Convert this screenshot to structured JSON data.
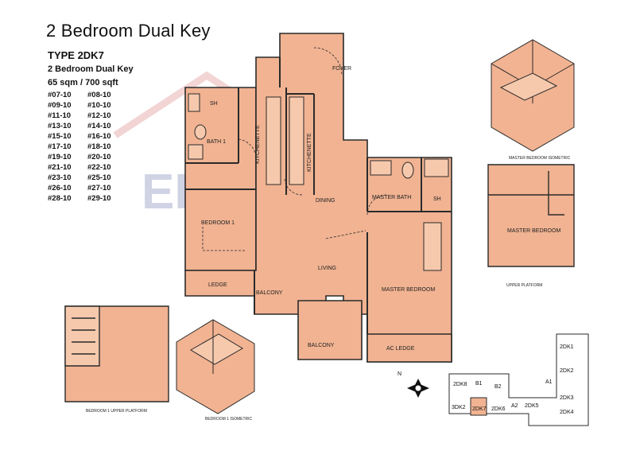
{
  "header": {
    "title": "2 Bedroom Dual Key",
    "type": "TYPE 2DK7",
    "subtitle": "2 Bedroom Dual Key",
    "area": "65 sqm / 700 sqft"
  },
  "units": [
    "#07-10",
    "#08-10",
    "#09-10",
    "#10-10",
    "#11-10",
    "#12-10",
    "#13-10",
    "#14-10",
    "#15-10",
    "#16-10",
    "#17-10",
    "#18-10",
    "#19-10",
    "#20-10",
    "#21-10",
    "#22-10",
    "#23-10",
    "#25-10",
    "#26-10",
    "#27-10",
    "#28-10",
    "#29-10"
  ],
  "plan": {
    "foyer": "FOYER",
    "sh": "SH",
    "bath1": "BATH 1",
    "kitchenette": "KITCHENETTE",
    "dining": "DINING",
    "master_bath": "MASTER BATH",
    "bedroom1": "BEDROOM 1",
    "living": "LIVING",
    "ledge": "LEDGE",
    "balcony": "BALCONY",
    "master_bedroom": "MASTER BEDROOM",
    "ac_ledge": "AC LEDGE"
  },
  "insets": {
    "master_isometric": "MASTER BEDROOM ISOMETRIC",
    "master_bedroom": "MASTER BEDROOM",
    "master_upper": "UPPER PLATFORM",
    "bedroom1_upper": "BEDROOM 1 UPPER PLATFORM",
    "bedroom1_isometric": "BEDROOM 1 ISOMETRIC"
  },
  "key_plan": {
    "north": "N",
    "units": [
      "2DK1",
      "2DK2",
      "A1",
      "2DK3",
      "2DK4",
      "2DK8",
      "B1",
      "B2",
      "3DK2",
      "2DK7",
      "2DK6",
      "A2",
      "2DK5"
    ]
  },
  "watermark": "ERA",
  "colors": {
    "plan_fill": "#f1b392",
    "line": "#2a2a2a",
    "watermark": "#c94040"
  }
}
